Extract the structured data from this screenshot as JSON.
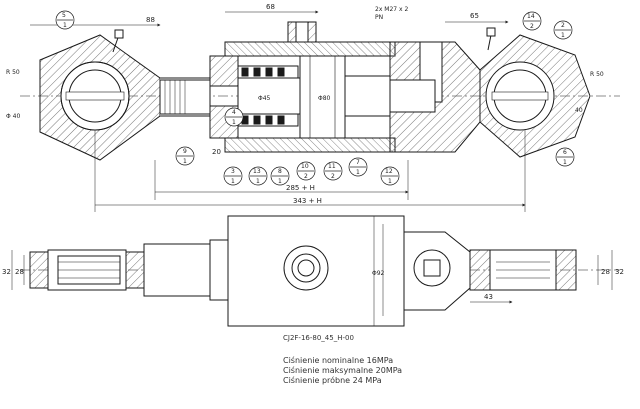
{
  "drawing": {
    "code": "CJ2F-16-80_45_H-00",
    "notes": [
      "Ciśnienie nominalne 16MPa",
      "Ciśnienie maksymalne 20MPa",
      "Ciśnienie próbne 24 MPa"
    ],
    "dimensions": {
      "d88": "88",
      "d68": "68",
      "port": "2x M27 x 2",
      "pn": "PN",
      "d65": "65",
      "r50_left": "R 50",
      "r50_right": "R 50",
      "phi40_left": "Φ 40",
      "phi40_right": "40",
      "phi45": "Φ45",
      "phi80": "Φ80",
      "d20": "20",
      "d285": "285 + H",
      "d343": "343 + H",
      "d32_left": "32",
      "d28_left": "28",
      "d28_right": "28",
      "d32_right": "32",
      "phi92": "Φ92",
      "d43": "43"
    },
    "balloons": [
      {
        "top": "5",
        "bottom": "1"
      },
      {
        "top": "14",
        "bottom": "2"
      },
      {
        "top": "2",
        "bottom": "1"
      },
      {
        "top": "4",
        "bottom": "1"
      },
      {
        "top": "9",
        "bottom": "1"
      },
      {
        "top": "3",
        "bottom": "1"
      },
      {
        "top": "13",
        "bottom": "1"
      },
      {
        "top": "8",
        "bottom": "1"
      },
      {
        "top": "10",
        "bottom": "2"
      },
      {
        "top": "11",
        "bottom": "2"
      },
      {
        "top": "7",
        "bottom": "1"
      },
      {
        "top": "12",
        "bottom": "1"
      },
      {
        "top": "6",
        "bottom": "1"
      }
    ],
    "colors": {
      "line": "#1a1a1a",
      "hatch": "#555555",
      "paper": "#ffffff"
    }
  }
}
